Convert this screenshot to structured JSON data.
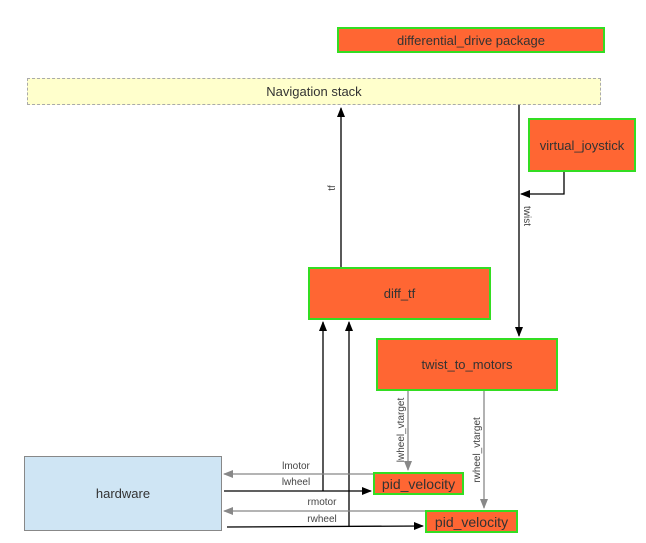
{
  "diagram": {
    "nodes": {
      "package": {
        "label": "differential_drive package"
      },
      "navigation_stack": {
        "label": "Navigation stack"
      },
      "virtual_joystick": {
        "label": "virtual_joystick"
      },
      "diff_tf": {
        "label": "diff_tf"
      },
      "twist_to_motors": {
        "label": "twist_to_motors"
      },
      "hardware": {
        "label": "hardware"
      },
      "pid_velocity_left": {
        "label": "pid_velocity"
      },
      "pid_velocity_right": {
        "label": "pid_velocity"
      }
    },
    "edges": {
      "tf": {
        "label": "tf",
        "from": "diff_tf",
        "to": "Navigation stack"
      },
      "twist": {
        "label": "twist",
        "from": "Navigation stack / virtual_joystick",
        "to": "twist_to_motors"
      },
      "lwheel_vtarget": {
        "label": "lwheel_vtarget",
        "from": "twist_to_motors",
        "to": "pid_velocity (left)"
      },
      "rwheel_vtarget": {
        "label": "rwheel_vtarget",
        "from": "twist_to_motors",
        "to": "pid_velocity (right)"
      },
      "lmotor": {
        "label": "lmotor",
        "from": "pid_velocity (left)",
        "to": "hardware"
      },
      "lwheel": {
        "label": "lwheel",
        "from": "hardware",
        "to": "pid_velocity (left), diff_tf"
      },
      "rmotor": {
        "label": "rmotor",
        "from": "pid_velocity (right)",
        "to": "hardware"
      },
      "rwheel": {
        "label": "rwheel",
        "from": "hardware",
        "to": "pid_velocity (right), diff_tf"
      }
    },
    "colors": {
      "node_fill": "#ff6633",
      "node_border": "#33dd22",
      "nav_fill": "#ffffcc",
      "hardware_fill": "#cfe5f4",
      "edge_primary": "#000000",
      "edge_secondary": "#888888"
    }
  }
}
